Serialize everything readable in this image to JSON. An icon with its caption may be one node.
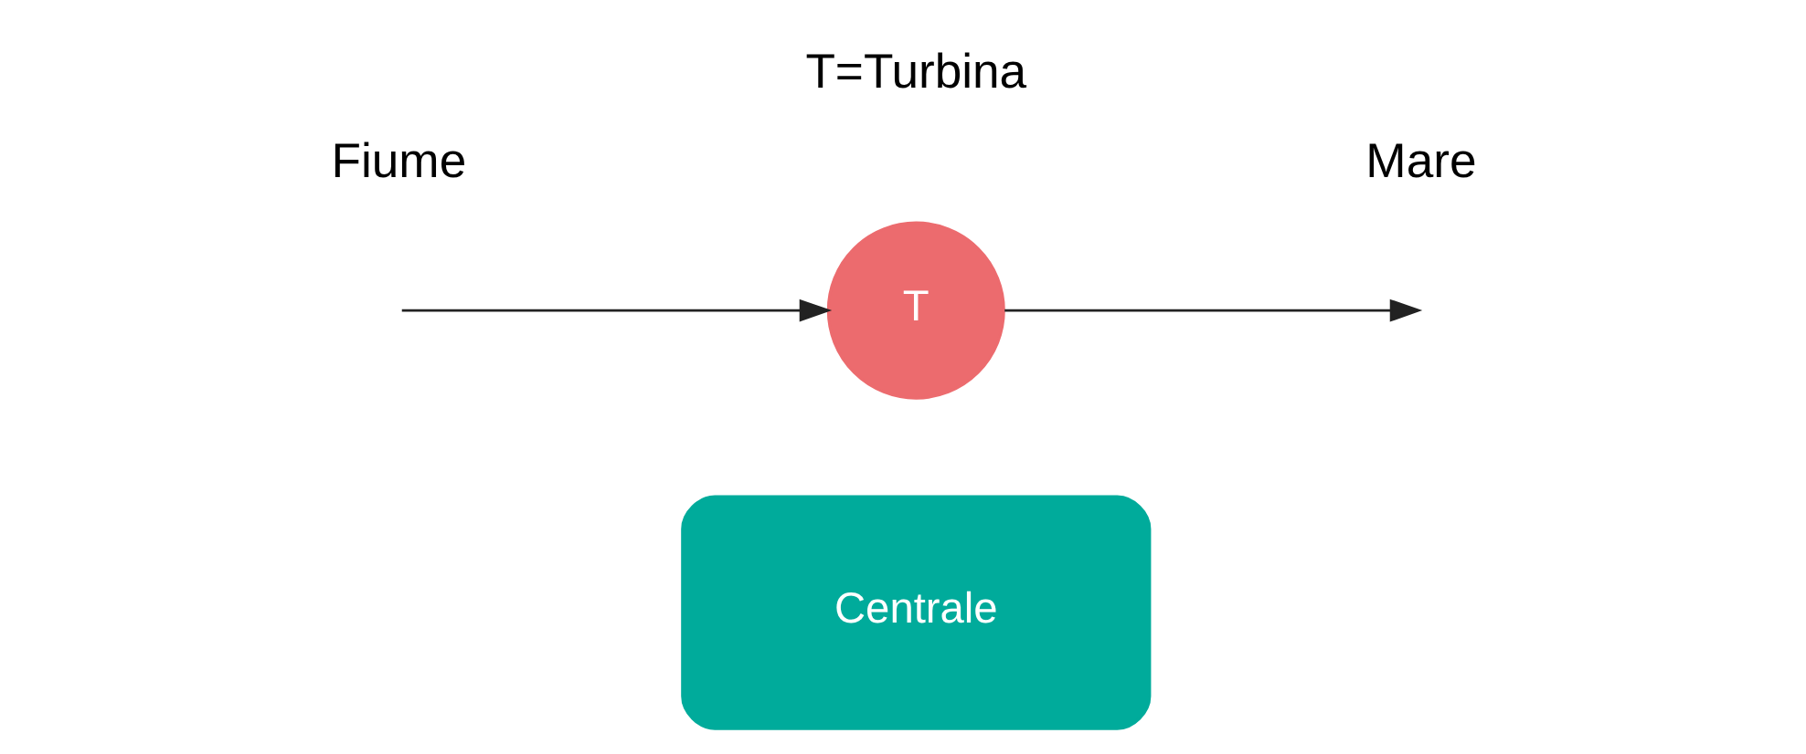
{
  "diagram": {
    "nodes": [
      {
        "text": [
          "Centrale"
        ]
      },
      {
        "text": [
          "T"
        ]
      }
    ],
    "edges": [
      {
        "from": null,
        "to": 1,
        "arrow": "to"
      },
      {
        "from": 1,
        "to": null,
        "arrow": "to"
      }
    ],
    "labels": [
      "Fiume",
      "Mare",
      "T=Turbina"
    ]
  }
}
